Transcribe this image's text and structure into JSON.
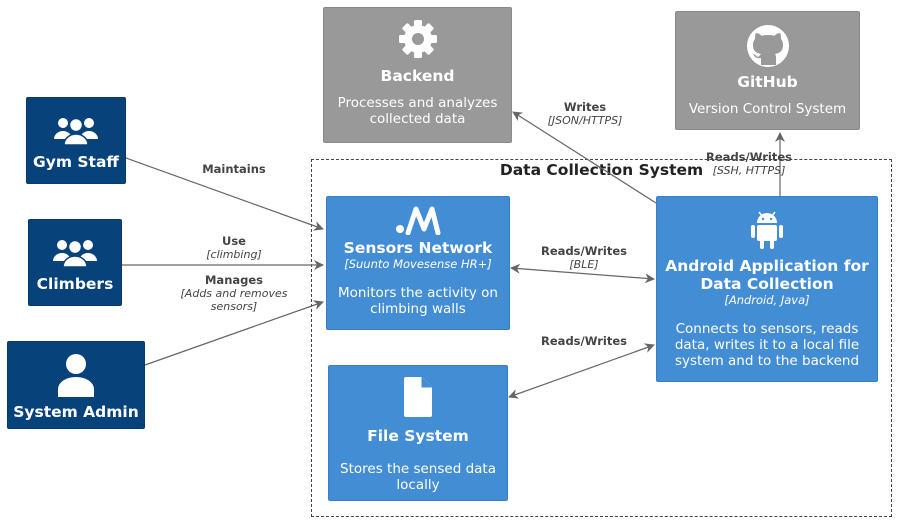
{
  "boundary": {
    "label": "Data Collection System"
  },
  "actors": {
    "gym_staff": {
      "title": "Gym Staff"
    },
    "climbers": {
      "title": "Climbers"
    },
    "system_admin": {
      "title": "System Admin"
    }
  },
  "external": {
    "backend": {
      "title": "Backend",
      "desc_lines": [
        "Processes and analyzes",
        "collected data"
      ]
    },
    "github": {
      "title": "GitHub",
      "desc_lines": [
        "Version Control System"
      ]
    }
  },
  "containers": {
    "sensors": {
      "title": "Sensors Network",
      "tech": "[Suunto Movesense HR+]",
      "desc_lines": [
        "Monitors the activity on",
        "climbing walls"
      ]
    },
    "android": {
      "title_lines": [
        "Android Application for",
        "Data Collection"
      ],
      "tech": "[Android, Java]",
      "desc_lines": [
        "Connects to sensors, reads",
        "data, writes it to a local file",
        "system and to the backend"
      ]
    },
    "filesystem": {
      "title": "File System",
      "desc_lines": [
        "Stores the sensed data",
        "locally"
      ]
    }
  },
  "relations": {
    "maintains": {
      "label": "Maintains"
    },
    "use": {
      "label": "Use",
      "tech": "[climbing]"
    },
    "manages": {
      "label": "Manages",
      "tech_lines": [
        "[Adds and removes",
        "sensors]"
      ]
    },
    "writes_backend": {
      "label": "Writes",
      "tech": "[JSON/HTTPS]"
    },
    "github_rw": {
      "label": "Reads/Writes",
      "tech": "[SSH, HTTPS]"
    },
    "sensors_rw": {
      "label": "Reads/Writes",
      "tech": "[BLE]"
    },
    "fs_rw": {
      "label": "Reads/Writes"
    }
  },
  "colors": {
    "person": "#08427b",
    "external_system": "#999999",
    "container": "#438dd5",
    "edge": "#666666"
  }
}
